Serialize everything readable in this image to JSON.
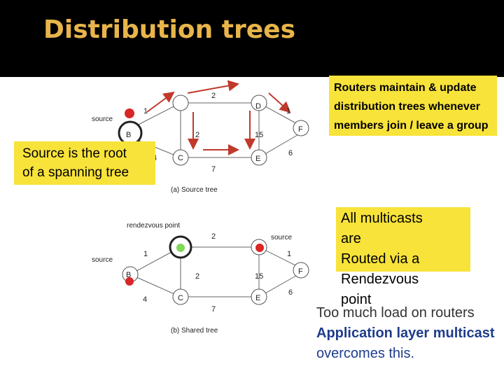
{
  "slide": {
    "title": "Distribution trees"
  },
  "diagram_a": {
    "caption": "(a) Source tree",
    "source_label": "source",
    "nodes": {
      "B": "B",
      "C": "C",
      "D": "D",
      "E": "E",
      "F": "F"
    },
    "weights": {
      "w1": "1",
      "w2": "2",
      "w2b": "2",
      "w15": "15",
      "w4": "4",
      "w6": "6",
      "w7": "7",
      "w1b": "1"
    }
  },
  "diagram_b": {
    "caption": "(b) Shared tree",
    "rendezvous_label": "rendezvous point",
    "source_left": "source",
    "source_right": "source",
    "nodes": {
      "B": "B",
      "C": "C",
      "E": "E",
      "F": "F"
    },
    "weights": {
      "w1": "1",
      "w2": "2",
      "w2b": "2",
      "w15": "15",
      "w4": "4",
      "w6": "6",
      "w7": "7",
      "w1b": "1"
    }
  },
  "callouts": {
    "routers": [
      "Routers maintain & update",
      "distribution trees whenever",
      "members join / leave a group"
    ],
    "source_root": [
      "Source is the root",
      "of a spanning tree"
    ],
    "rendezvous": [
      "All multicasts",
      "are",
      "Routed via a",
      "Rendezvous",
      "point"
    ]
  },
  "bottom_text": {
    "line1": "Too much load on routers",
    "line2": "Application layer multicast",
    "line3": "overcomes this."
  },
  "colors": {
    "title": "#e8b54a",
    "callout": "#f8e33a",
    "arrow": "#c0392b",
    "node_red": "#d92626",
    "node_green": "#7ed957",
    "blue_text": "#1f3c8c"
  }
}
